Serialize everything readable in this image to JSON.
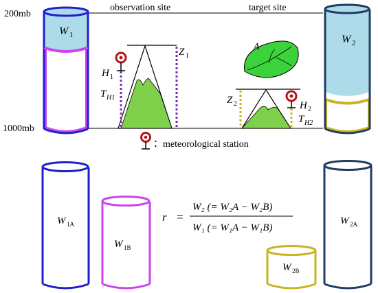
{
  "labels": {
    "p_top": "200mb",
    "p_bottom": "1000mb",
    "obs_site": "observation site",
    "tgt_site": "target site",
    "W": "W",
    "sub_1": "1",
    "sub_2": "2",
    "sub_1A": "1A",
    "sub_1B": "1B",
    "sub_2A": "2A",
    "sub_2B": "2B",
    "Z": "Z",
    "H": "H",
    "T": "T",
    "sub_H1": "H1",
    "sub_H2": "H2",
    "leaf_A": "A",
    "station_legend": "：meteorological station"
  },
  "formula": {
    "r": "r",
    "equals": "=",
    "numerator": "W₂ (= W₂A − W₂B)",
    "denominator": "W₁ (= W₁A − W₁B)"
  },
  "colors": {
    "blue_cyl": "#1f1fcf",
    "purple_cyl": "#cc44ee",
    "navy_cyl": "#1f3c63",
    "gold_cyl": "#c8b41e",
    "light_blue": "#aedbea",
    "mountain": "#7fd04a",
    "leaf": "#3cd23c",
    "station": "#b01818"
  }
}
